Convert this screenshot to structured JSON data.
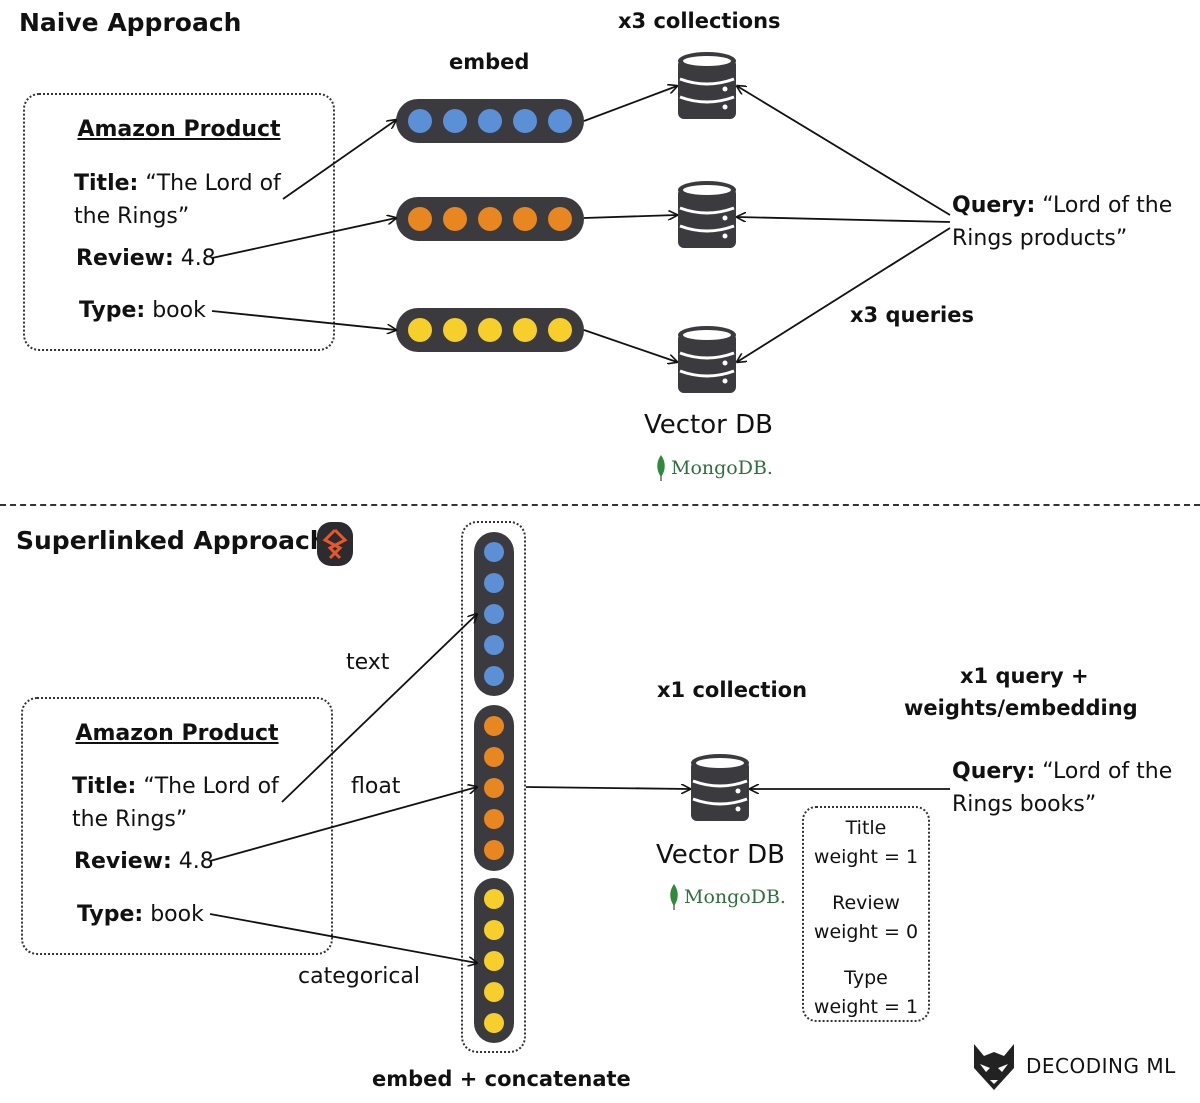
{
  "naive": {
    "title": "Naive Approach",
    "embed_label": "embed",
    "collections_label": "x3 collections",
    "queries_label": "x3 queries",
    "vector_db_label": "Vector DB",
    "mongodb_label": "MongoDB.",
    "product": {
      "title": "Amazon Product",
      "title_key": "Title:",
      "title_value_1": "“The Lord of",
      "title_value_2": "the Rings”",
      "review_key": "Review:",
      "review_value": "4.8",
      "type_key": "Type:",
      "type_value": "book"
    },
    "query": {
      "key": "Query:",
      "value_1": "“Lord of the",
      "value_2": "Rings products”"
    }
  },
  "superlinked": {
    "title": "Superlinked Approach",
    "text_label": "text",
    "float_label": "float",
    "categorical_label": "categorical",
    "embed_concat_label": "embed + concatenate",
    "collection_label": "x1 collection",
    "query_header_1": "x1 query +",
    "query_header_2": "weights/embedding",
    "vector_db_label": "Vector DB",
    "mongodb_label": "MongoDB.",
    "product": {
      "title": "Amazon Product",
      "title_key": "Title:",
      "title_value_1": "“The Lord of",
      "title_value_2": "the Rings”",
      "review_key": "Review:",
      "review_value": "4.8",
      "type_key": "Type:",
      "type_value": "book"
    },
    "query": {
      "key": "Query:",
      "value_1": "“Lord of the",
      "value_2": "Rings books”"
    },
    "weights": {
      "title_1": "Title",
      "title_2": "weight = 1",
      "review_1": "Review",
      "review_2": "weight = 0",
      "type_1": "Type",
      "type_2": "weight = 1"
    }
  },
  "brand": {
    "label": "DECODING ML"
  },
  "colors": {
    "blue": "#5b8fd6",
    "orange": "#e8861f",
    "yellow": "#f6cf2a",
    "pill": "#3a3a3f",
    "mongo_green": "#2f6f3e"
  }
}
